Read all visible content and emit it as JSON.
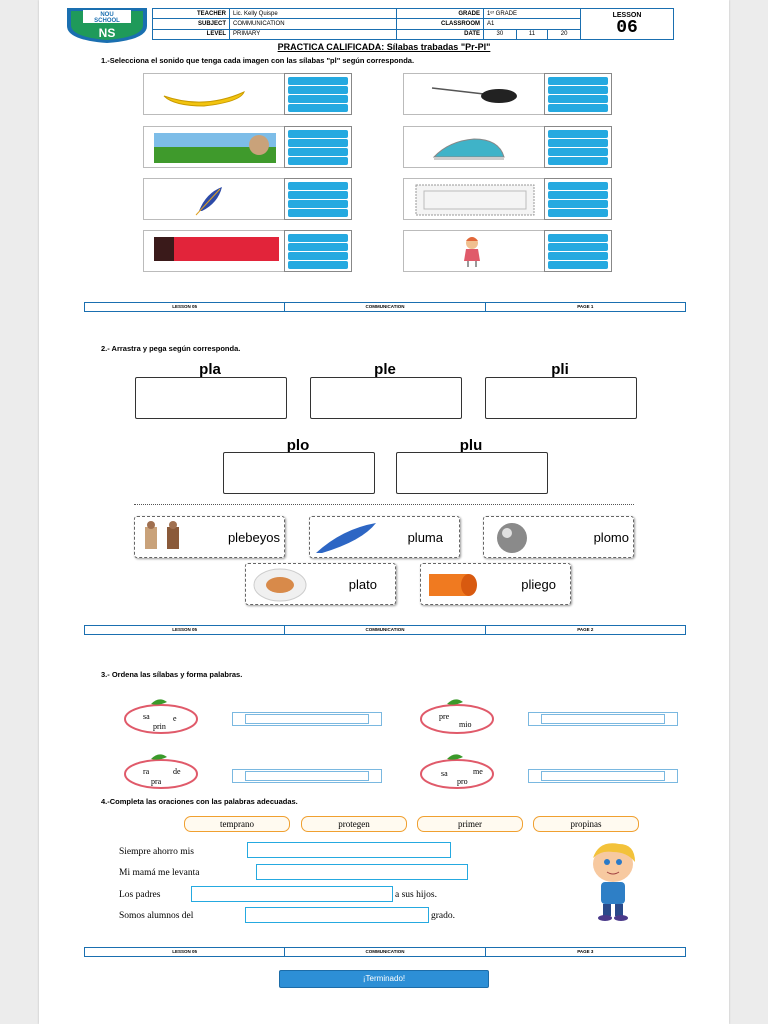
{
  "header": {
    "logo_text_top": "NOU",
    "logo_text_school": "SCHOOL",
    "logo_initials": "NS",
    "teacher_label": "TEACHER",
    "teacher_value": "Lic. Kelly Quispe",
    "subject_label": "SUBJECT",
    "subject_value": "COMMUNICATION",
    "level_label": "LEVEL",
    "level_value": "PRIMARY",
    "grade_label": "GRADE",
    "grade_value": "1ᵉʳ GRADE",
    "classroom_label": "CLASSROOM",
    "classroom_value": "A1",
    "date_label": "DATE",
    "date_day": "30",
    "date_month": "11",
    "date_year": "20",
    "lesson_label": "LESSON",
    "lesson_value": "06"
  },
  "title": "PRACTICA CALIFICADA: Sílabas trabadas \"Pr-Pl\"",
  "section1": {
    "instruction": "1.-Selecciona el sonido que tenga cada imagen con las sílabas \"pl\" según corresponda.",
    "items": [
      {
        "icon": "banana-icon"
      },
      {
        "icon": "feather-duster-icon"
      },
      {
        "icon": "field-icon"
      },
      {
        "icon": "iron-icon"
      },
      {
        "icon": "feather-icon"
      },
      {
        "icon": "diploma-icon"
      },
      {
        "icon": "red-fabric-icon"
      },
      {
        "icon": "girl-icon"
      }
    ]
  },
  "footers": [
    {
      "lesson": "LESSON 05",
      "subject": "COMMUNICATION",
      "page": "PAGE 1"
    },
    {
      "lesson": "LESSON 05",
      "subject": "COMMUNICATION",
      "page": "PAGE 2"
    },
    {
      "lesson": "LESSON 05",
      "subject": "COMMUNICATION",
      "page": "PAGE 3"
    }
  ],
  "section2": {
    "instruction": "2.- Arrastra y pega según corresponda.",
    "syllables": [
      "pla",
      "ple",
      "pli",
      "plo",
      "plu"
    ],
    "cards": [
      "plebeyos",
      "pluma",
      "plomo",
      "plato",
      "pliego"
    ]
  },
  "section3": {
    "instruction": "3.- Ordena las sílabas y forma palabras.",
    "apples": [
      {
        "s1": "sa",
        "s2": "e",
        "s3": "prin"
      },
      {
        "s1": "pre",
        "s2": "mio",
        "s3": ""
      },
      {
        "s1": "ra",
        "s2": "de",
        "s3": "pra"
      },
      {
        "s1": "sa",
        "s2": "me",
        "s3": "pro"
      }
    ]
  },
  "section4": {
    "instruction": "4.-Completa las oraciones con las palabras adecuadas.",
    "words": [
      "temprano",
      "protegen",
      "primer",
      "propinas"
    ],
    "s1": "Siempre ahorro mis",
    "s2": "Mi mamá me levanta",
    "s3a": "Los padres",
    "s3b": "a sus hijos.",
    "s4a": "Somos alumnos del",
    "s4b": "grado."
  },
  "done_button": "¡Terminado!",
  "colors": {
    "accent": "#25a9e0",
    "brand": "#1a6fb0",
    "pill_border": "#f0a030"
  }
}
